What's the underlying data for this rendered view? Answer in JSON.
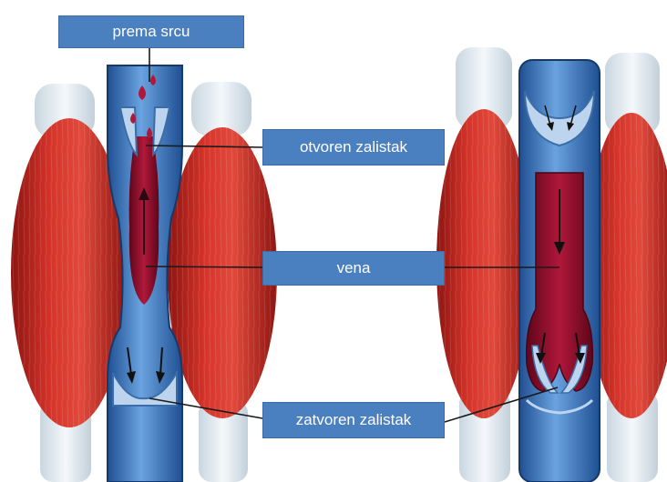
{
  "labels": {
    "toward_heart": "prema srcu",
    "open_valve": "otvoren zalistak",
    "vein": "vena",
    "closed_valve": "zatvoren zalistak"
  },
  "colors": {
    "label_background": "#4a7fc0",
    "label_text": "#ffffff",
    "muscle": "#c8221e",
    "tendon": "#e6eef4",
    "vein_wall": "#3f7bc4",
    "blood": "#9b0f2e"
  },
  "icons": [
    "arrow-up-icon",
    "arrow-down-icon",
    "blood-droplet-icon"
  ]
}
